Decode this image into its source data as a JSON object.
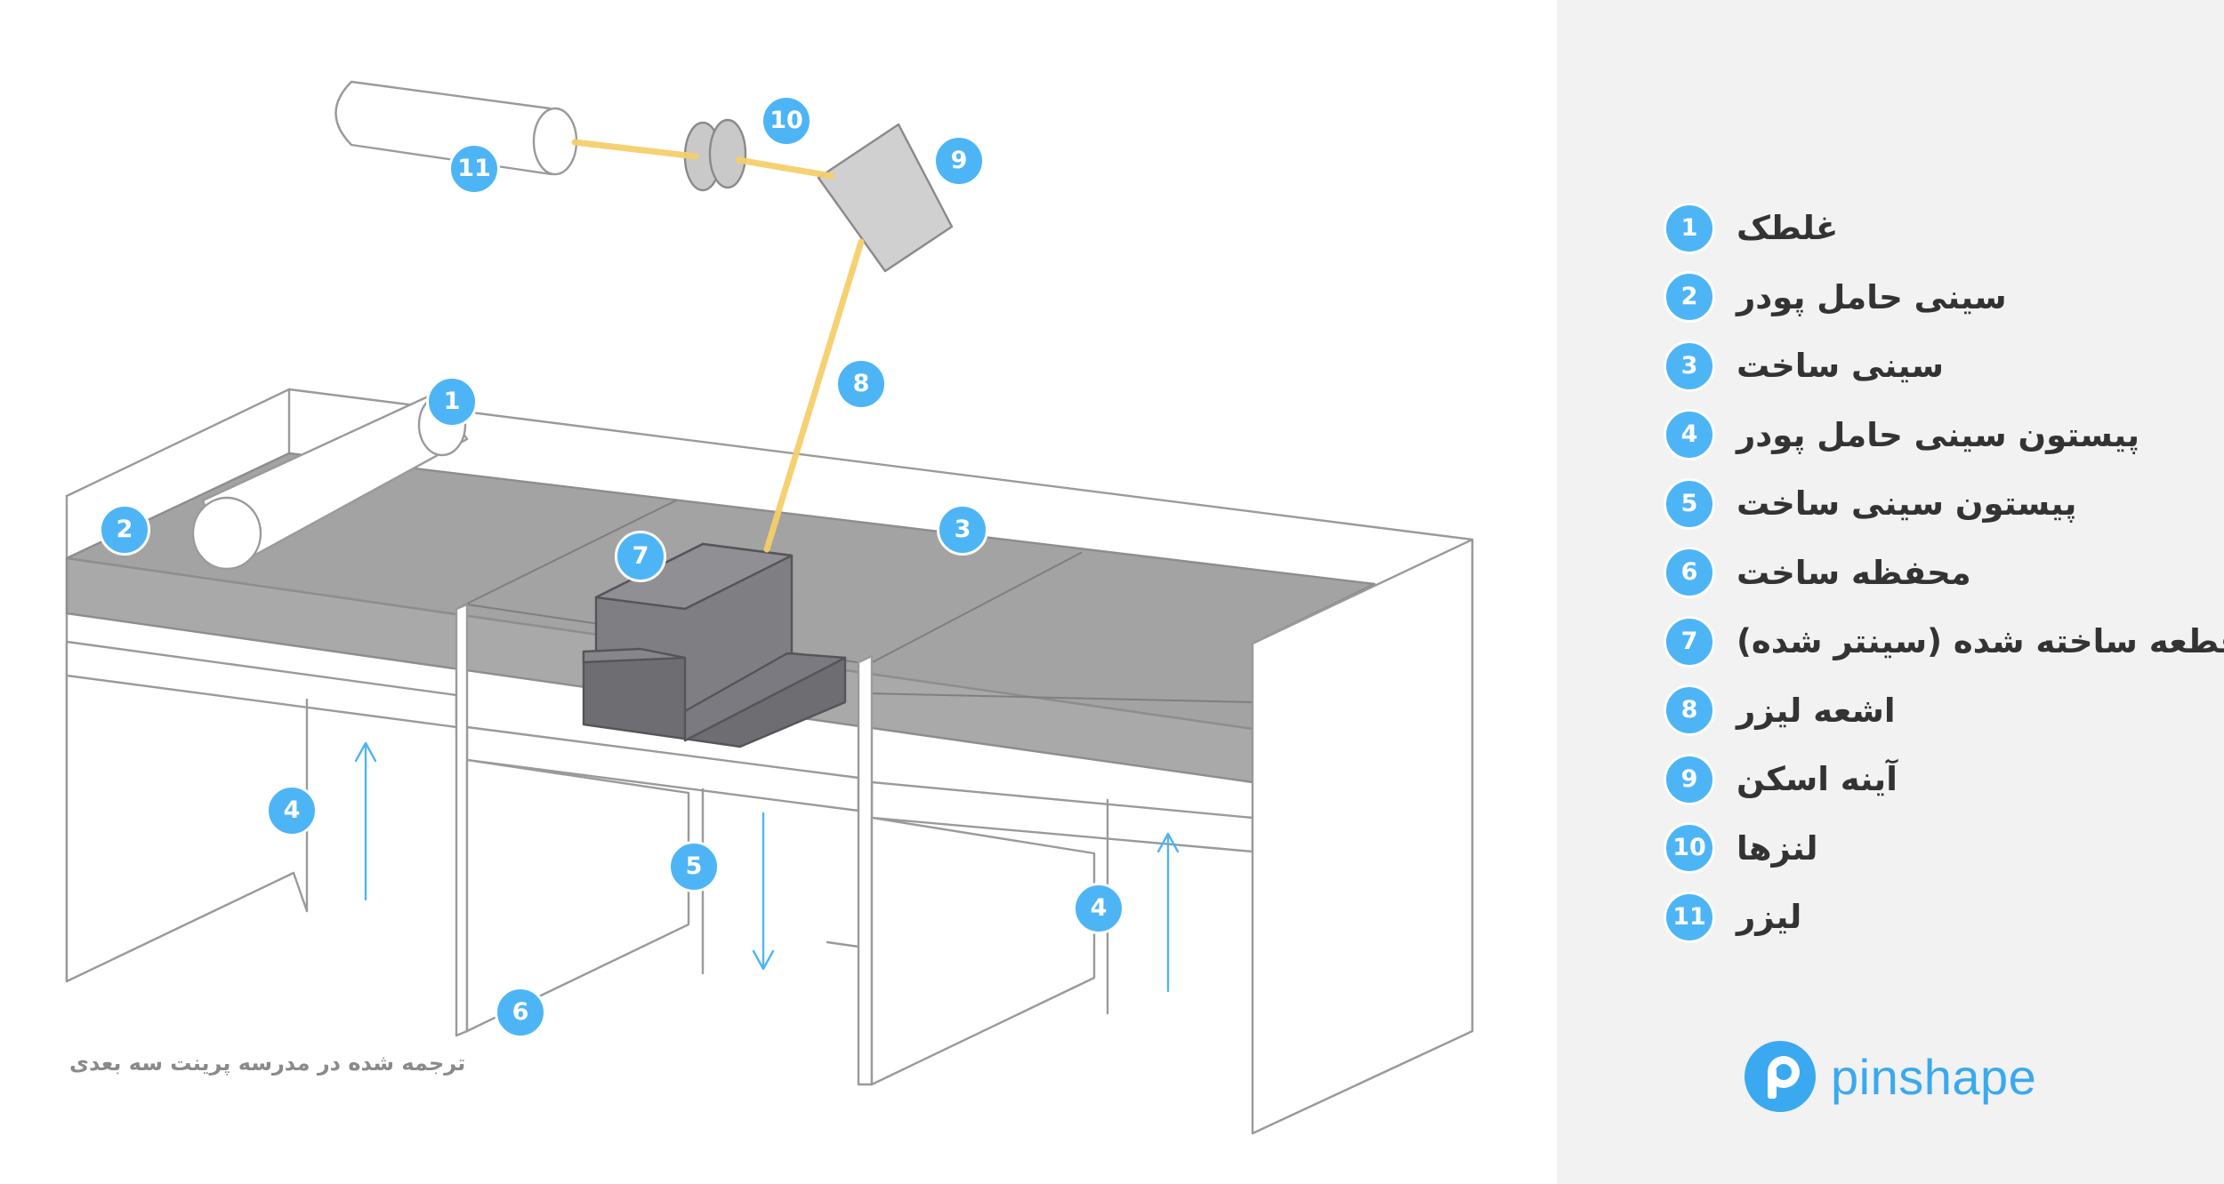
{
  "colors": {
    "accent": "#4db5f5",
    "laser_beam": "#f6cf6a",
    "tray_fill": "#a3a3a3",
    "part_fill": "#6d6d72",
    "outline": "#9a9a9a",
    "text": "#333333",
    "sidebar_bg": "#f2f2f2"
  },
  "legend": [
    {
      "number": "1",
      "label": "غلطک"
    },
    {
      "number": "2",
      "label": "سینی حامل پودر"
    },
    {
      "number": "3",
      "label": "سینی ساخت"
    },
    {
      "number": "4",
      "label": "پیستون سینی حامل پودر"
    },
    {
      "number": "5",
      "label": "پیستون سینی ساخت"
    },
    {
      "number": "6",
      "label": "محفظه ساخت"
    },
    {
      "number": "7",
      "label": "قطعه ساخته شده (سینتر شده)"
    },
    {
      "number": "8",
      "label": "اشعه لیزر"
    },
    {
      "number": "9",
      "label": "آینه اسکن"
    },
    {
      "number": "10",
      "label": "لنزها"
    },
    {
      "number": "11",
      "label": "لیزر"
    }
  ],
  "markers": {
    "roller": "1",
    "powder_tray": "2",
    "build_tray": "3",
    "powder_piston_left": "4",
    "build_piston": "5",
    "build_chamber": "6",
    "sintered_part": "7",
    "laser_beam": "8",
    "scan_mirror": "9",
    "lenses": "10",
    "laser": "11",
    "powder_piston_right": "4"
  },
  "credit": "ترجمه شده در مدرسه پرینت سه بعدی",
  "logo": {
    "wordmark": "pinshape",
    "icon": "pinshape-logo-icon"
  }
}
